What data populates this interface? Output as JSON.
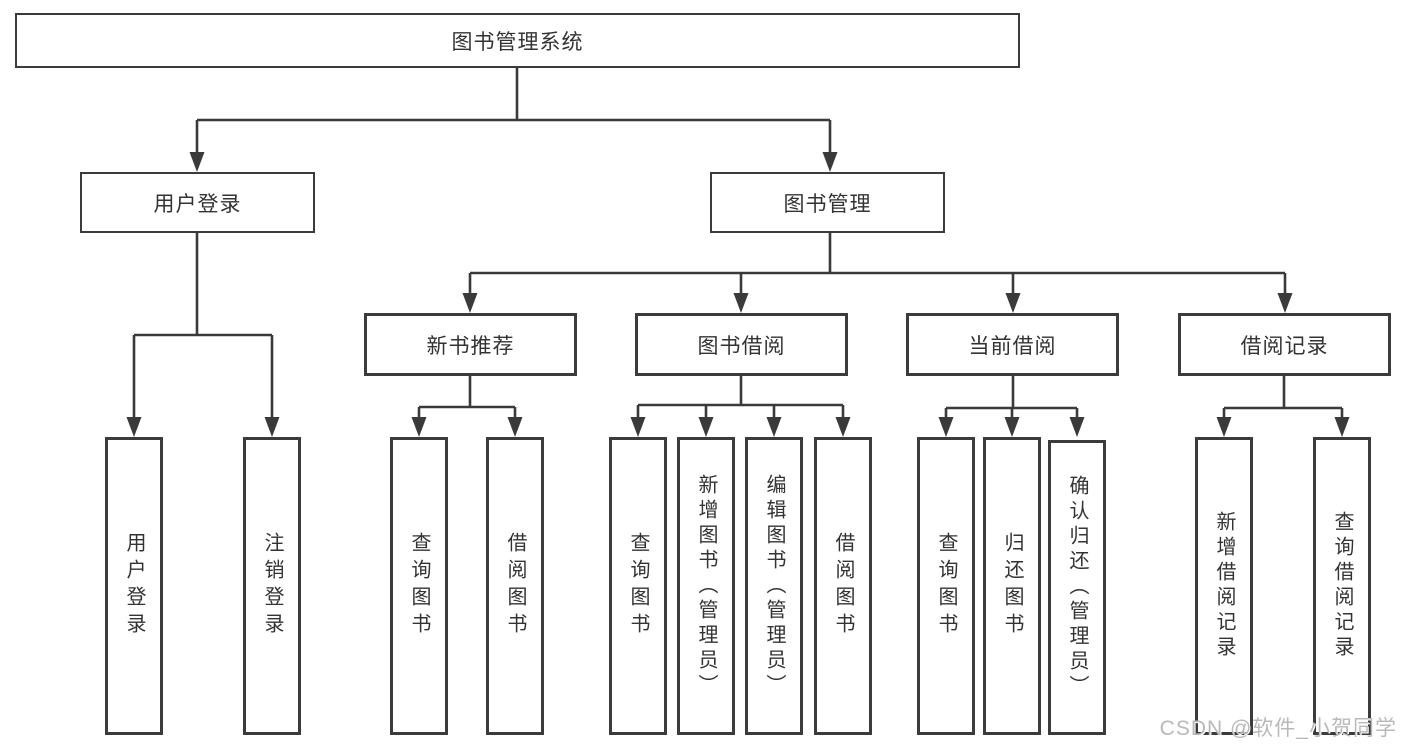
{
  "diagram": {
    "title": "图书管理系统",
    "branches": [
      {
        "label": "用户登录",
        "children": [
          "用户登录",
          "注销登录"
        ]
      },
      {
        "label": "图书管理",
        "modules": [
          {
            "label": "新书推荐",
            "children": [
              "查询图书",
              "借阅图书"
            ]
          },
          {
            "label": "图书借阅",
            "children": [
              "查询图书",
              "新增图书（管理员）",
              "编辑图书（管理员）",
              "借阅图书"
            ]
          },
          {
            "label": "当前借阅",
            "children": [
              "查询图书",
              "归还图书",
              "确认归还（管理员）"
            ]
          },
          {
            "label": "借阅记录",
            "children": [
              "新增借阅记录",
              "查询借阅记录"
            ]
          }
        ]
      }
    ]
  },
  "watermark": {
    "text": "CSDN @软件_小贺同学"
  },
  "colors": {
    "line": "#3a3a3a",
    "border": "#3b3b3b",
    "text": "#333333",
    "background": "#ffffff",
    "watermark": "#b9b9b9"
  }
}
